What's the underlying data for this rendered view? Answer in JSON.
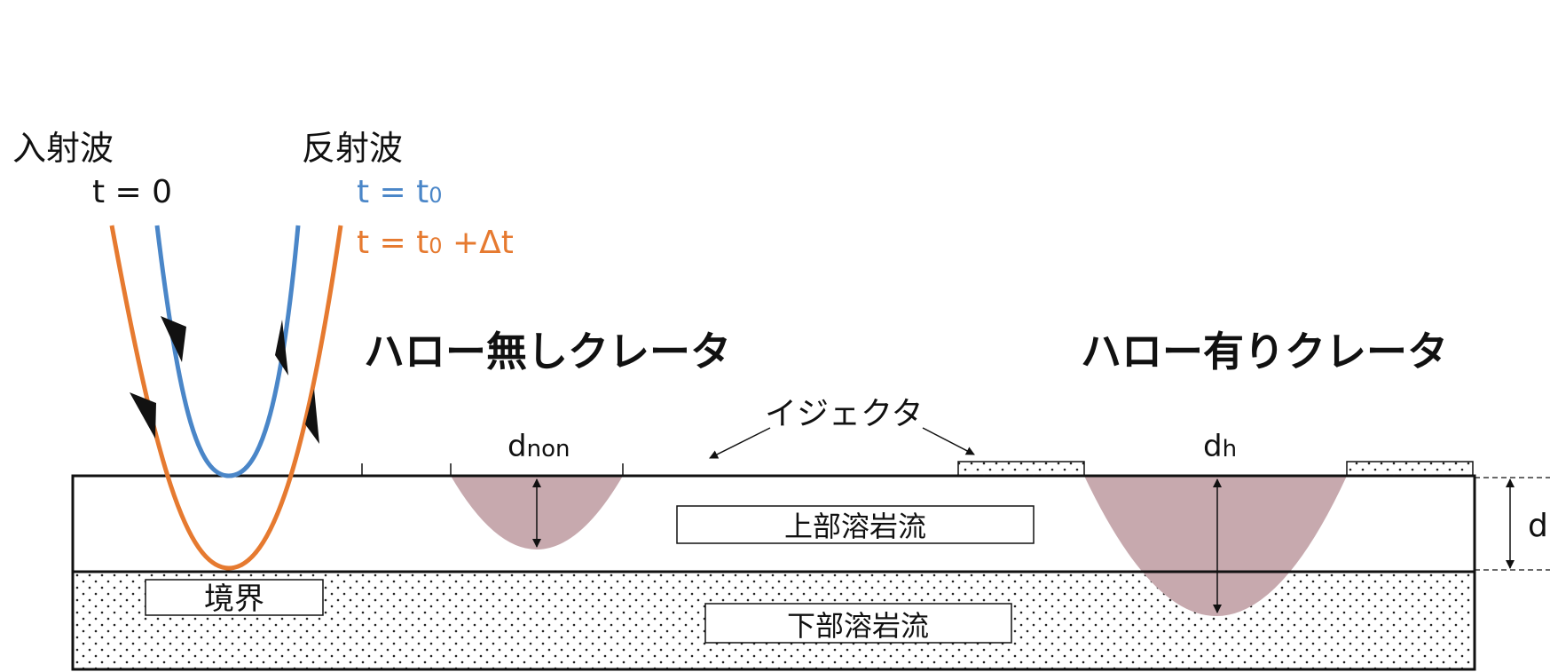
{
  "labels": {
    "incident_wave": "入射波",
    "reflected_wave": "反射波",
    "t0": "t = 0",
    "t_t0": "t = t",
    "t_t0_sub": "0",
    "t_dt": "t = t",
    "t_dt_sub": "0",
    "t_dt_tail": " +Δt",
    "crater_no_halo": "ハロー無しクレータ",
    "crater_halo": "ハロー有りクレータ",
    "ejecta": "イジェクタ",
    "d_non": "d",
    "d_non_sub": "non",
    "d_h": "d",
    "d_h_sub": "h",
    "d": "d",
    "upper_lava": "上部溶岩流",
    "lower_lava": "下部溶岩流",
    "boundary": "境界"
  },
  "colors": {
    "blue_wave": "#4a86c8",
    "orange_wave": "#e67a30",
    "crater_fill": "#c7a9ae",
    "ink": "#111111"
  }
}
